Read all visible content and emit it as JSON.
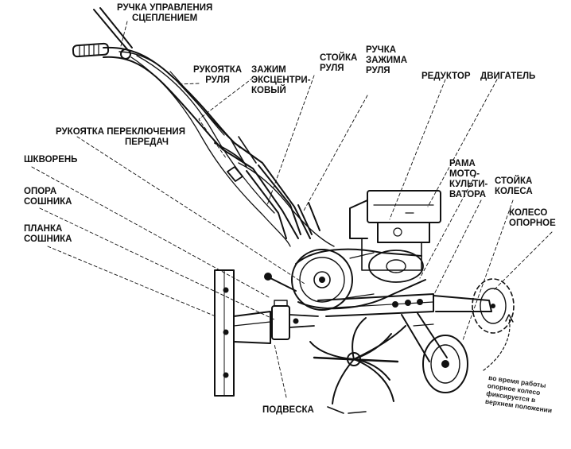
{
  "labels": {
    "clutch_lever": [
      "РУЧКА УПРАВЛЕНИЯ",
      "СЦЕПЛЕНИЕМ"
    ],
    "handlebar_grip": [
      "РУКОЯТКА",
      "РУЛЯ"
    ],
    "eccentric_clamp": [
      "ЗАЖИМ",
      "ЭКСЦЕНТРИ-",
      "КОВЫЙ"
    ],
    "handlebar_post": [
      "СТОЙКА",
      "РУЛЯ"
    ],
    "handlebar_clamp_handle": [
      "РУЧКА",
      "ЗАЖИМА",
      "РУЛЯ"
    ],
    "gearbox": "РЕДУКТОР",
    "engine": "ДВИГАТЕЛЬ",
    "gear_shift_lever": [
      "РУКОЯТКА ПЕРЕКЛЮЧЕНИЯ",
      "ПЕРЕДАЧ"
    ],
    "kingpin": "ШКВОРЕНЬ",
    "coulter_support": [
      "ОПОРА",
      "СОШНИКА"
    ],
    "cultivator_frame": [
      "РАМА",
      "МОТО-",
      "КУЛЬТИ-",
      "ВАТОРА"
    ],
    "wheel_post": [
      "СТОЙКА",
      "КОЛЕСА"
    ],
    "support_wheel": [
      "КОЛЕСО",
      "ОПОРНОЕ"
    ],
    "coulter_plate": [
      "ПЛАНКА",
      "СОШНИКА"
    ],
    "suspension": "ПОДВЕСКА"
  },
  "note": [
    "во время работы",
    "опорное колесо",
    "фиксируется в",
    "верхнем положении"
  ]
}
